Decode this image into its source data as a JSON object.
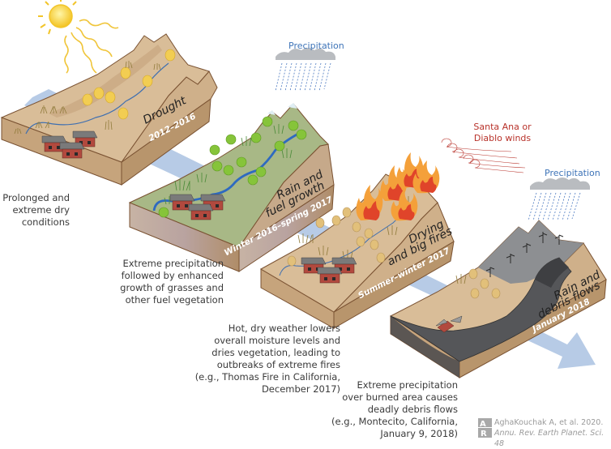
{
  "figure": {
    "colors": {
      "block_top_dry": "#d9bd98",
      "block_side": "#c6a47c",
      "block_front": "#b8956c",
      "block_outline": "#7a5232",
      "green_top": "#a8b886",
      "burned": "#5a5a5c",
      "timeline_arrow": "#b7cbe6",
      "precip_label": "#3e74b8",
      "wind_label": "#b8322a",
      "fire_orange": "#f08a2a",
      "fire_red": "#e0442a",
      "sun": "#f7d035",
      "caption_text": "#3a3a3a"
    },
    "stages": [
      {
        "title": "Drought",
        "period": "2012–2016",
        "caption": "Prolonged and\nextreme dry\nconditions"
      },
      {
        "title_line1": "Rain and",
        "title_line2": "fuel growth",
        "period": "Winter 2016–spring 2017",
        "caption": "Extreme precipitation\nfollowed by enhanced\ngrowth of grasses and\nother fuel vegetation"
      },
      {
        "title_line1": "Drying",
        "title_line2": "and big fires",
        "period": "Summer–winter 2017",
        "caption": "Hot, dry weather lowers\noverall moisture levels and\ndries vegetation, leading to\noutbreaks of extreme fires\n(e.g., Thomas Fire in California,\nDecember 2017)"
      },
      {
        "title_line1": "Rain and",
        "title_line2": "debris flows",
        "period": "January 2018",
        "caption": "Extreme precipitation\nover burned area causes\ndeadly debris flows\n(e.g., Montecito, California,\nJanuary 9, 2018)"
      }
    ],
    "labels": {
      "precipitation_1": "Precipitation",
      "precipitation_2": "Precipitation",
      "winds": "Santa Ana or\nDiablo winds"
    },
    "attribution": {
      "line1": "AghaKouchak A, et al. 2020.",
      "line2": "Annu. Rev. Earth Planet. Sci. 48"
    },
    "icons": [
      "sun-icon",
      "rain-cloud-icon",
      "wind-swirl-icon",
      "fire-icon",
      "house-icon",
      "shrub-icon",
      "timeline-arrow-icon",
      "annual-reviews-logo-icon"
    ]
  }
}
